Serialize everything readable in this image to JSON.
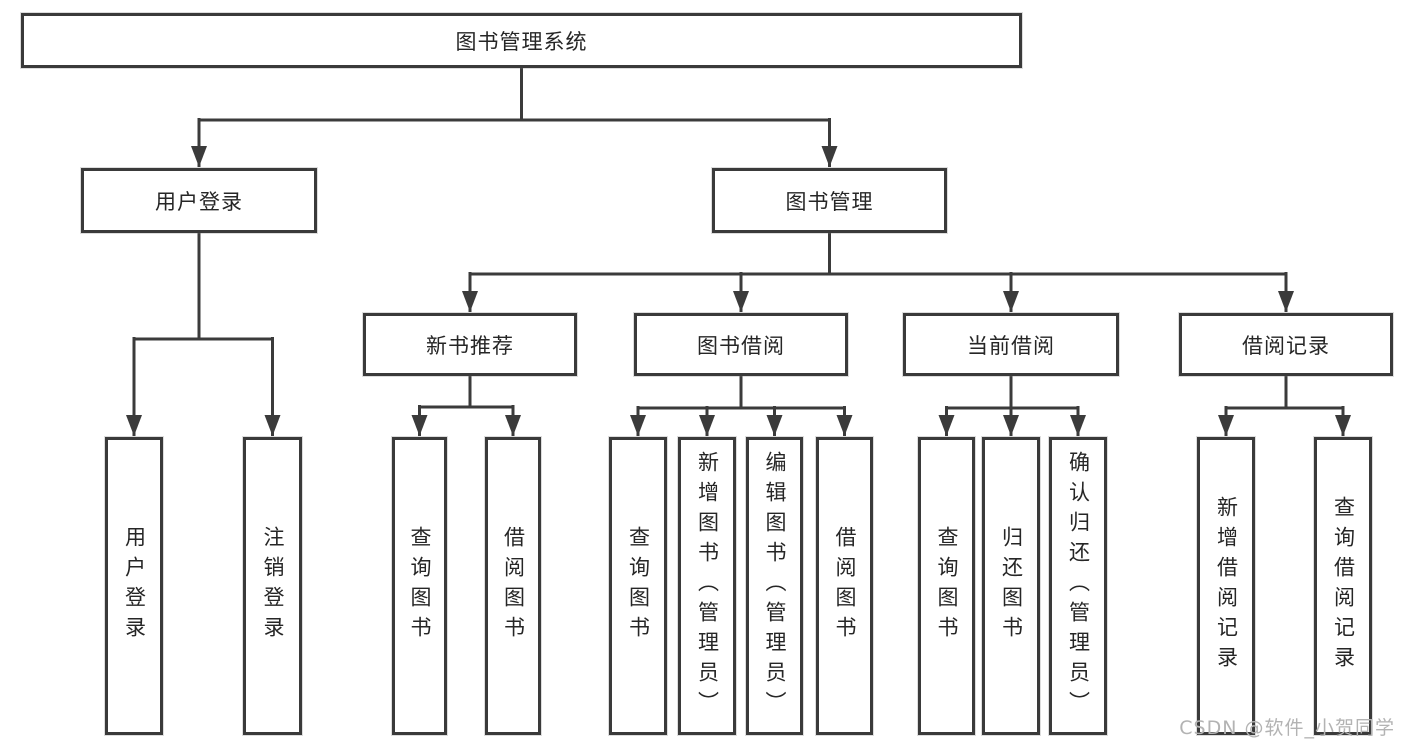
{
  "diagram": {
    "title": "图书管理系统",
    "watermark": "CSDN @软件_小贺同学",
    "colors": {
      "background": "#ffffff",
      "line": "#3b3b3b",
      "box_border": "#3a3a3a",
      "text": "#262626",
      "watermark": "#b3b3b3"
    },
    "tree": {
      "label": "图书管理系统",
      "children": [
        {
          "label": "用户登录",
          "children": [
            {
              "label": "用户登录"
            },
            {
              "label": "注销登录"
            }
          ]
        },
        {
          "label": "图书管理",
          "children": [
            {
              "label": "新书推荐",
              "children": [
                {
                  "label": "查询图书"
                },
                {
                  "label": "借阅图书"
                }
              ]
            },
            {
              "label": "图书借阅",
              "children": [
                {
                  "label": "查询图书"
                },
                {
                  "label": "新增图书（管理员）"
                },
                {
                  "label": "编辑图书（管理员）"
                },
                {
                  "label": "借阅图书"
                }
              ]
            },
            {
              "label": "当前借阅",
              "children": [
                {
                  "label": "查询图书"
                },
                {
                  "label": "归还图书"
                },
                {
                  "label": "确认归还（管理员）"
                }
              ]
            },
            {
              "label": "借阅记录",
              "children": [
                {
                  "label": "新增借阅记录"
                },
                {
                  "label": "查询借阅记录"
                }
              ]
            }
          ]
        }
      ]
    }
  }
}
